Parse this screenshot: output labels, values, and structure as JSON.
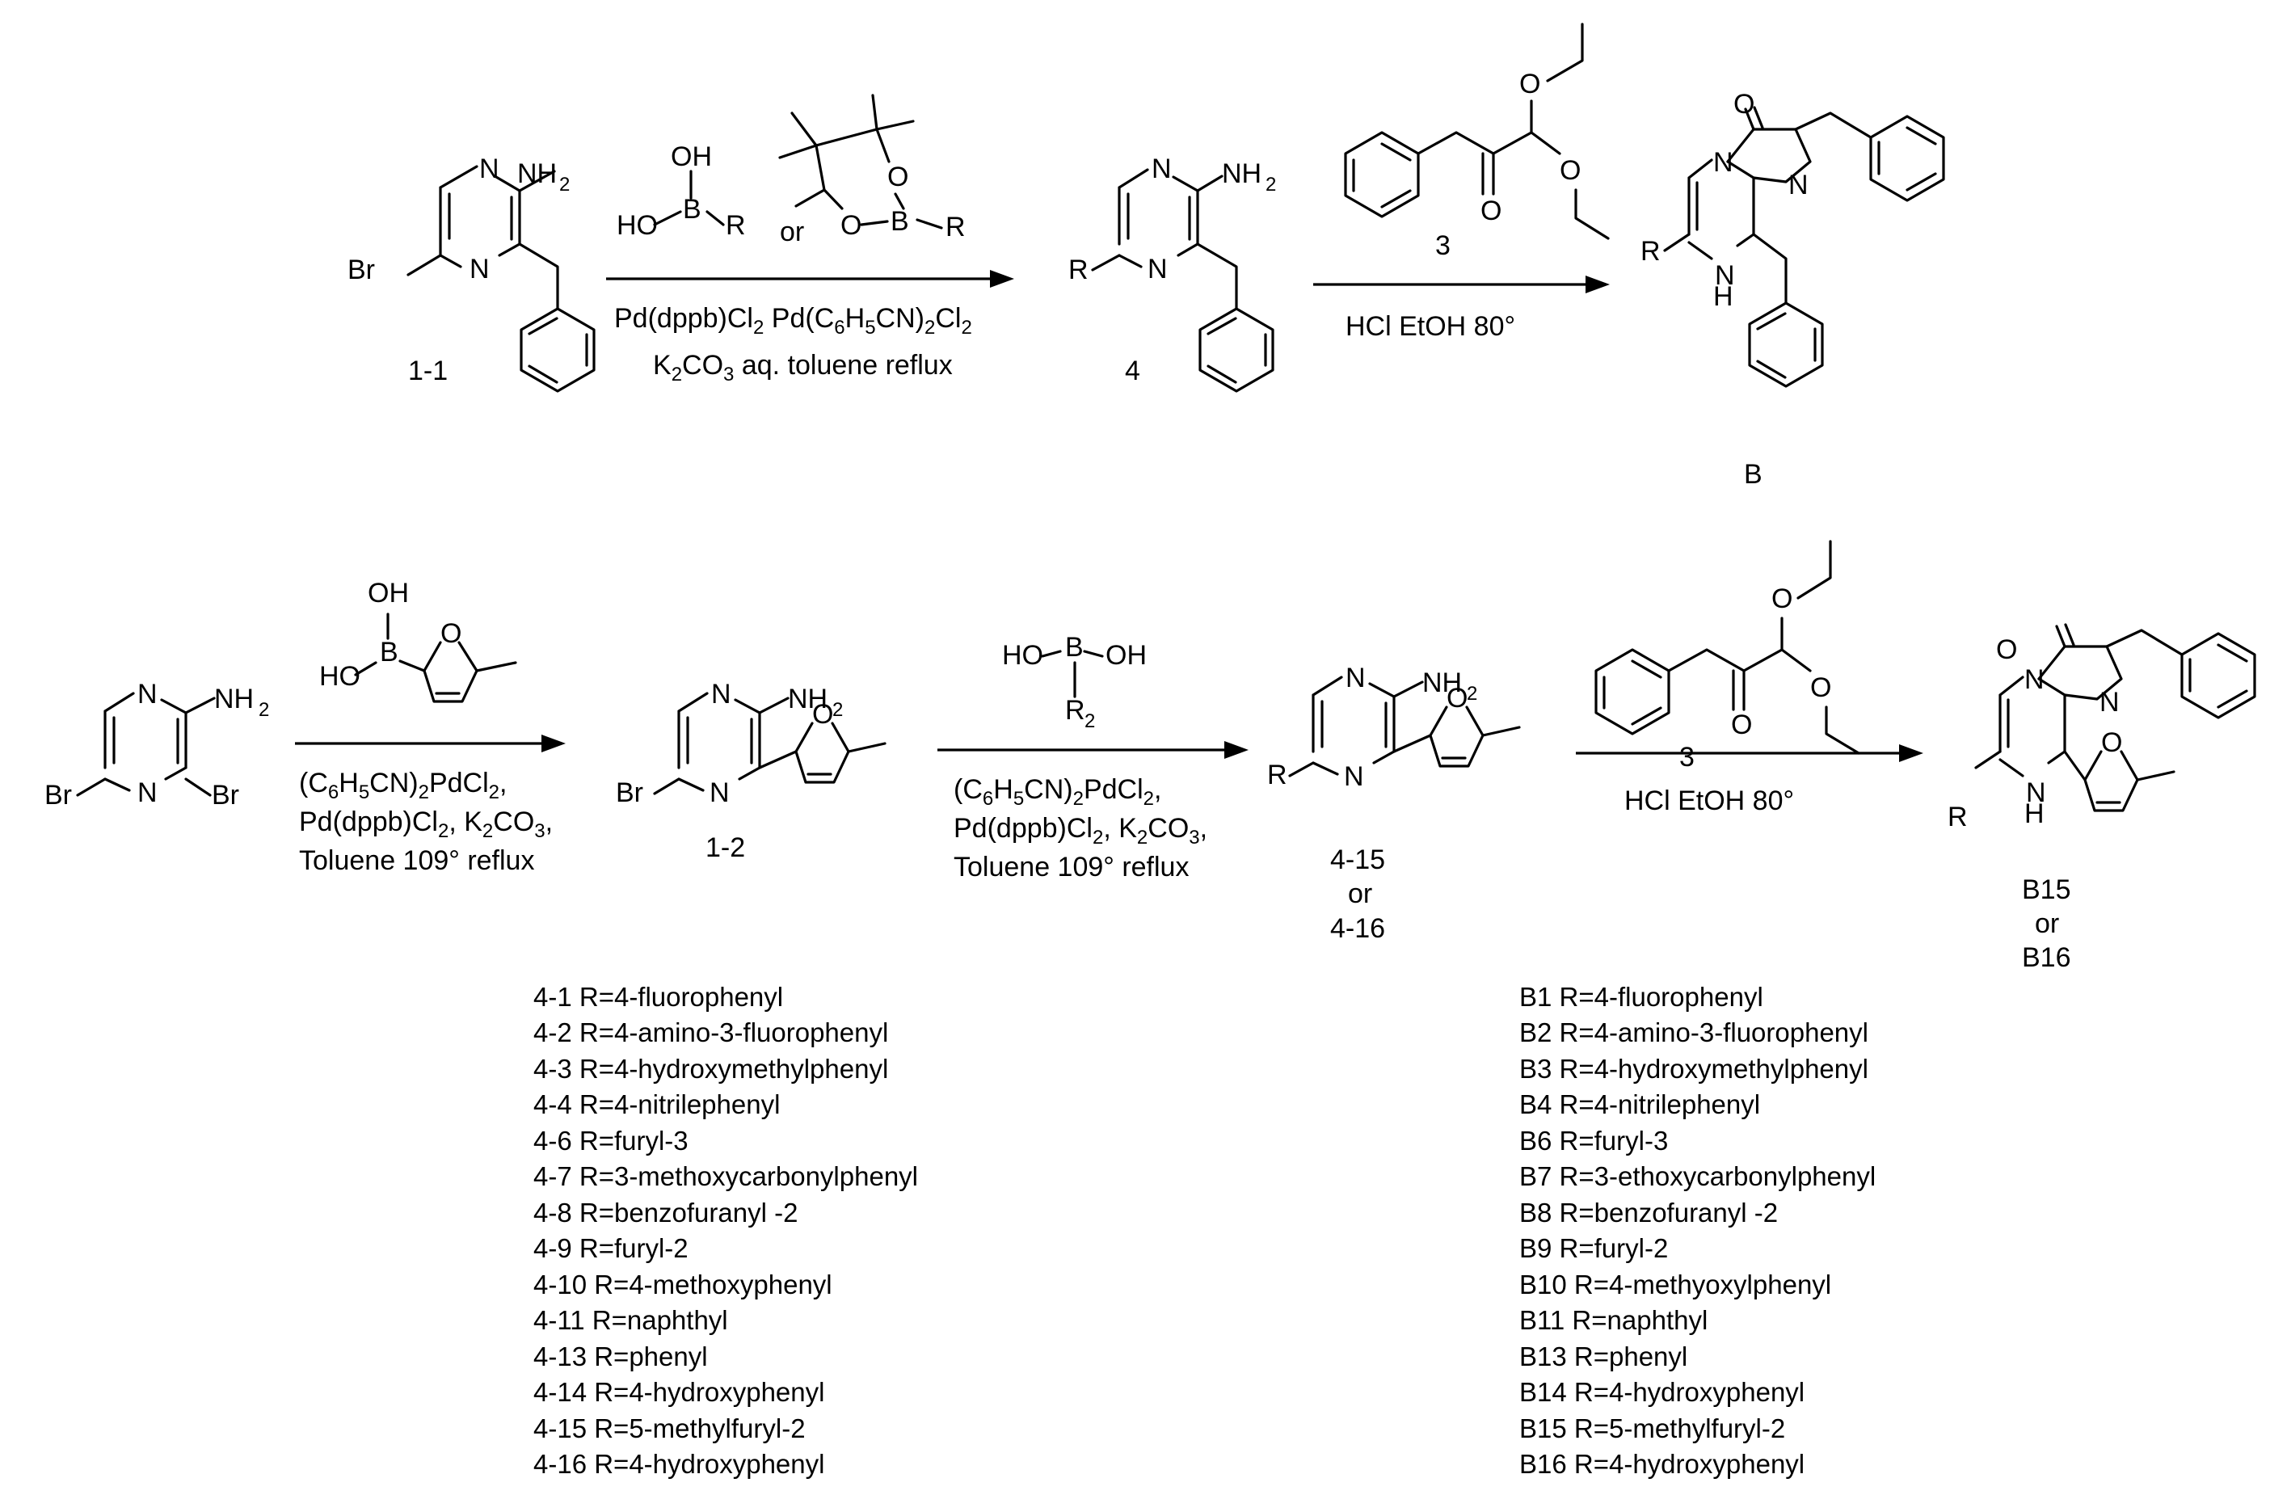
{
  "scheme": {
    "compound_labels": {
      "c1_1": "1-1",
      "c4": "4",
      "cB": "B",
      "c3a": "3",
      "c1_2": "1-2",
      "c4_15": "4-15",
      "or1": "or",
      "c4_16": "4-16",
      "c3b": "3",
      "cB15": "B15",
      "or2": "or",
      "cB16": "B16"
    },
    "reaction1": {
      "reagent_or": "or",
      "cond_line1_a": "Pd(dppb)Cl",
      "cond_line1_a_sub": "2",
      "cond_line1_b": "Pd(C",
      "cond_line2": "K",
      "cond_line2_rest": "CO",
      "cond_line2_tail": "aq.   toluene   reflux"
    },
    "reaction2": {
      "conditions": "HCl   EtOH   80°"
    },
    "reaction3": {
      "cond_1": "(C",
      "cond_2": "Pd(dppb)Cl",
      "cond_3": "Toluene 109° reflux"
    },
    "reaction4": {
      "cond_1": "(C",
      "cond_2": "Pd(dppb)Cl",
      "cond_3": "Toluene 109° reflux"
    },
    "reaction5": {
      "conditions": "HCl   EtOH   80°"
    },
    "list_4": [
      "4-1 R=4-fluorophenyl",
      "4-2 R=4-amino-3-fluorophenyl",
      "4-3 R=4-hydroxymethylphenyl",
      "4-4 R=4-nitrilephenyl",
      "4-6 R=furyl-3",
      "4-7 R=3-methoxycarbonylphenyl",
      "4-8 R=benzofuranyl -2",
      "4-9 R=furyl-2",
      "4-10 R=4-methoxyphenyl",
      "4-11 R=naphthyl",
      "4-13 R=phenyl",
      "4-14 R=4-hydroxyphenyl",
      "4-15 R=5-methylfuryl-2",
      "4-16 R=4-hydroxyphenyl"
    ],
    "list_B": [
      "B1 R=4-fluorophenyl",
      "B2 R=4-amino-3-fluorophenyl",
      "B3 R=4-hydroxymethylphenyl",
      "B4 R=4-nitrilephenyl",
      "B6 R=furyl-3",
      "B7 R=3-ethoxycarbonylphenyl",
      "B8 R=benzofuranyl -2",
      "B9 R=furyl-2",
      "B10 R=4-methyoxylphenyl",
      "B11 R=naphthyl",
      "B13 R=phenyl",
      "B14 R=4-hydroxyphenyl",
      "B15 R=5-methylfuryl-2",
      "B16 R=4-hydroxyphenyl"
    ]
  }
}
